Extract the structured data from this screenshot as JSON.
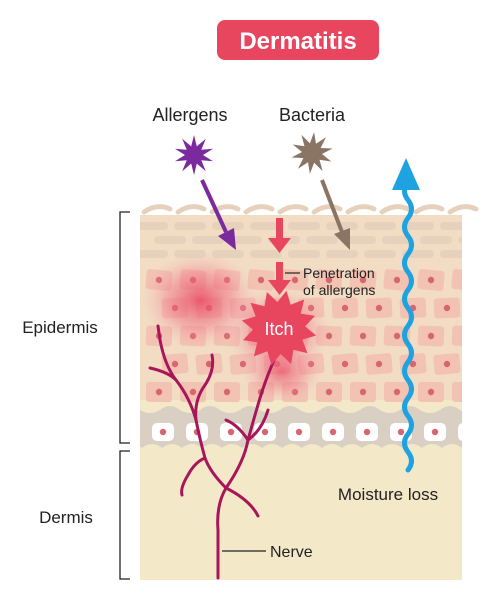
{
  "title": "Dermatitis",
  "labels": {
    "allergens": "Allergens",
    "bacteria": "Bacteria",
    "penetration_line1": "Penetration",
    "penetration_line2": "of allergens",
    "itch": "Itch",
    "epidermis": "Epidermis",
    "dermis": "Dermis",
    "moisture_loss": "Moisture loss",
    "nerve": "Nerve"
  },
  "colors": {
    "title_badge": "#e8455f",
    "title_text": "#ffffff",
    "allergen": "#7b2a9e",
    "bacteria": "#8a7564",
    "itch": "#e8455f",
    "moisture_arrow": "#1fa3e0",
    "nerve": "#a8165a",
    "dermis": "#f3e8c8",
    "epidermis": "#f2dcc4",
    "cell": "#f2c2b2",
    "cell_nucleus": "#d8666f",
    "basal_layer": "#d9d0c3",
    "stratum_corneum": "#e6d2bc"
  }
}
